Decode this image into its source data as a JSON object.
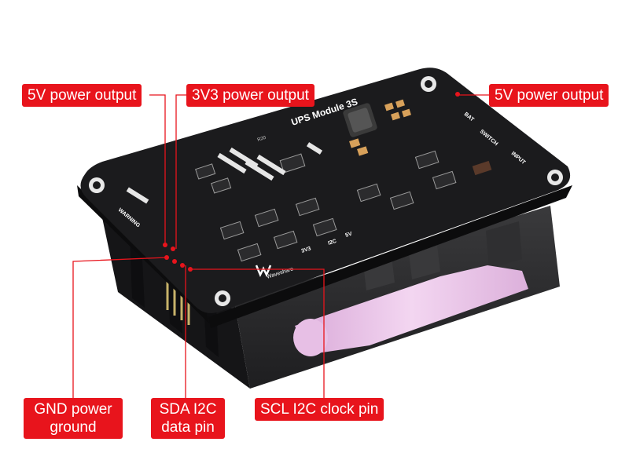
{
  "board": {
    "title": "UPS Module 3S",
    "brand": "Waveshare",
    "pcb_labels": [
      "WARNING",
      "R20",
      "SWITCH",
      "INPUT",
      "BAT",
      "3V3",
      "I2C",
      "5V"
    ]
  },
  "callouts": {
    "five_v_left": "5V power output",
    "three_v3": "3V3 power output",
    "five_v_right": "5V power output",
    "gnd_line1": "GND power",
    "gnd_line2": "ground",
    "sda_line1": "SDA I2C",
    "sda_line2": "data pin",
    "scl": "SCL I2C clock pin"
  },
  "colors": {
    "callout": "#e8141c",
    "pcb": "#1b1b1d",
    "battery_holder": "#2a2a2c",
    "battery": "#ecc8ea",
    "leader": "#e8141c"
  }
}
